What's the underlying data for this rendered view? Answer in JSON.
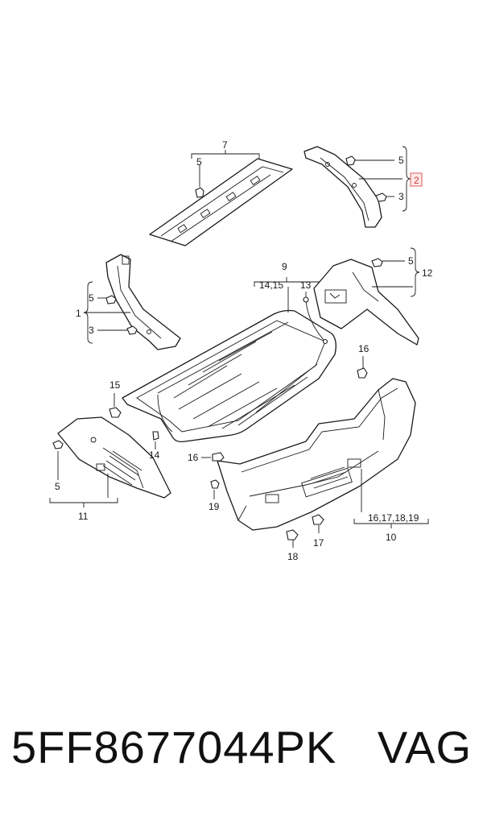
{
  "diagram": {
    "callouts": {
      "c1": "1",
      "c2": "2",
      "c3a": "3",
      "c3b": "3",
      "c5a": "5",
      "c5b": "5",
      "c5c": "5",
      "c5d": "5",
      "c5e": "5",
      "c7": "7",
      "c9": "9",
      "c9sub": "14,15",
      "c10": "10",
      "c10sub": "16,17,18,19",
      "c11": "11",
      "c12": "12",
      "c13": "13",
      "c14": "14",
      "c15": "15",
      "c16a": "16",
      "c16b": "16",
      "c17": "17",
      "c18": "18",
      "c19": "19"
    },
    "highlight_color": "#e05a5a"
  },
  "footer": {
    "part_number": "5FF8677044PK",
    "brand": "VAG"
  }
}
